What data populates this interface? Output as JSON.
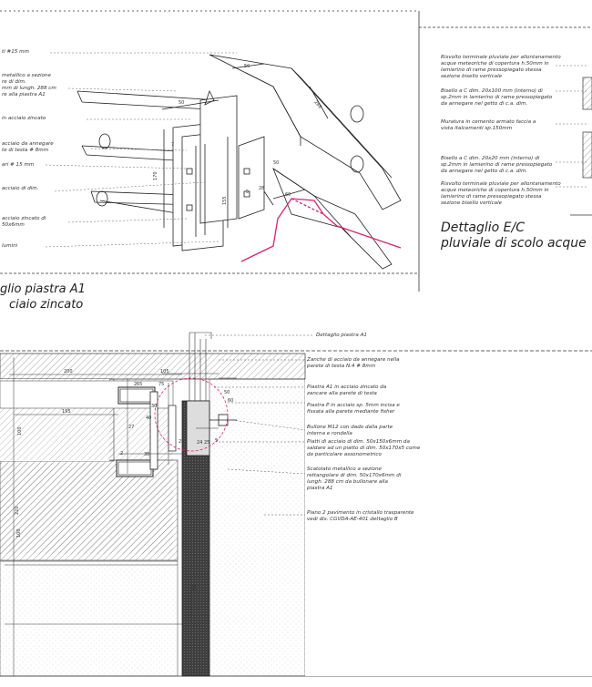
{
  "top_left_notes": [
    "ti #15 mm",
    "metallico a sezione\nre di dim.\nmm di lungh. 288 cm\nre alla piastra A1",
    "in acciaio zincato",
    "acciaio da annegare\nte di testa # 8mm",
    "ari # 15 mm",
    "acciaio di dim.",
    "acciaio zincato di\n50x6mm",
    "lumini"
  ],
  "title_a1": [
    "glio piastra A1",
    "ciaio zincato"
  ],
  "right_notes": [
    "Risvolto terminale pluviale per allontanamento\nacque meteoriche di copertura h.50mm in\nlamierino di rame pressopiegato stessa\nsezione bisello verticale",
    "Bisello a C dim. 20x100 mm (interno) di\nsp.2mm in lamierino di rame pressopiegato\nda annegare nel getto di c.a. dim.",
    "Muratura in cemento armato faccia a\nvista italcementi sp.150mm",
    "Bisello a C dim. 20x20 mm (interno) di\nsp.2mm in lamierino di rame pressopiegato\nda annegare nel getto di c.a. dim.",
    "Risvolto terminale pluviale per allontanamento\nacque meteoriche di copertura h.50mm in\nlamierino di rame pressopiegato stessa\nsezione bisello verticale"
  ],
  "title_ec": [
    "Dettaglio E/C",
    "pluviale di scolo acque"
  ],
  "section_notes": [
    "Dettaglio piastra A1",
    "Zanche di acciaio da annegare nella\nparete di testa N.4 # 8mm",
    "Piastra A1 in acciaio zincato da\nzancare alla parete di testa",
    "Piastra P in acciaio sp. 5mm incisa e\nfissata alla parete mediante fisher",
    "Bullone M12 con dado dalla parte\ninterna e rondella",
    "Piatti di acciaio di dim. 50x150x6mm da\nsaldare ad un piatto di dim. 50x170x5 come\nda particolare assonometrico",
    "Scatolato metallico a sezione\nrettangolare di dim. 50x170x6mm di\nlungh. 288 cm da bullonare alla\npiastra A1",
    "Piano 2 pavimento in cristallo trasparente\nvedi dis. CGVDA-AE-401 dettaglio B"
  ],
  "iso_dims": [
    "50",
    "50",
    "288",
    "50",
    "170",
    "155",
    "60",
    "28",
    "7",
    "5"
  ],
  "section_dims": [
    "200",
    "105",
    "195",
    "65",
    "75",
    "40",
    "30",
    "27",
    "38",
    "25",
    "100",
    "220",
    "24",
    "25",
    "100",
    "50",
    "2",
    "2",
    "5",
    "50",
    "60"
  ],
  "colors": {
    "line": "#333333",
    "accent": "#e0206e",
    "hatch": "#555555",
    "core": "#4a4a4a"
  }
}
